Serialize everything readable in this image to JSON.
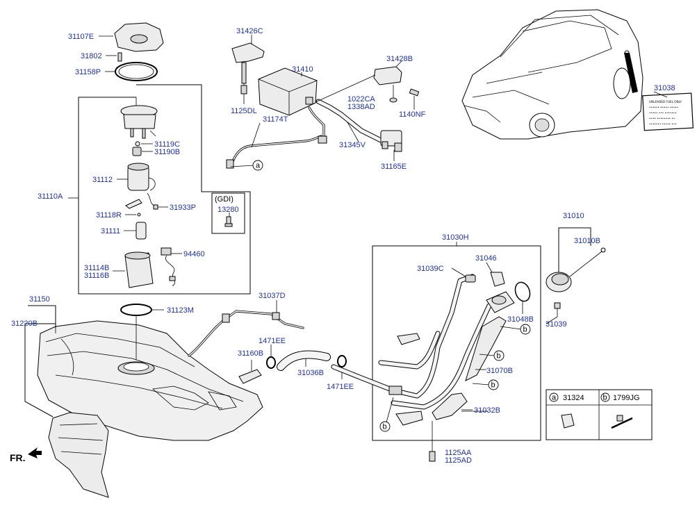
{
  "labels": {
    "l31107E": "31107E",
    "l31802": "31802",
    "l31158P": "31158P",
    "l31426C": "31426C",
    "l31410": "31410",
    "l31428B": "31428B",
    "l1022CA": "1022CA",
    "l1338AD": "1338AD",
    "l1140NF": "1140NF",
    "l1125DL": "1125DL",
    "l31174T": "31174T",
    "l31345V": "31345V",
    "l31165E": "31165E",
    "l31038": "31038",
    "l31119C": "31119C",
    "l31190B": "31190B",
    "l31112": "31112",
    "l31110A": "31110A",
    "l31118R": "31118R",
    "l31933P": "31933P",
    "l31111": "31111",
    "l94460": "94460",
    "l31114B": "31114B",
    "l31116B": "31116B",
    "gdi": "(GDI)",
    "l13280": "13280",
    "l31010": "31010",
    "l31010B": "31010B",
    "l31030H": "31030H",
    "l31039C": "31039C",
    "l31046": "31046",
    "l31048B": "31048B",
    "l31039": "31039",
    "l31070B": "31070B",
    "l31032B": "31032B",
    "l1125AA": "1125AA",
    "l1125AD": "1125AD",
    "l31150": "31150",
    "l31220B": "31220B",
    "l31123M": "31123M",
    "l31037D": "31037D",
    "l1471EE_a": "1471EE",
    "l31160B": "31160B",
    "l31036B": "31036B",
    "l1471EE_b": "1471EE",
    "fr": "FR.",
    "callout_a": "a",
    "callout_b": "b"
  },
  "legend": {
    "a_code": "a",
    "a_part": "31324",
    "b_code": "b",
    "b_part": "1799JG"
  },
  "fuel_label_lines": [
    "UNLEADED FUEL ONLY",
    "...",
    "..."
  ]
}
